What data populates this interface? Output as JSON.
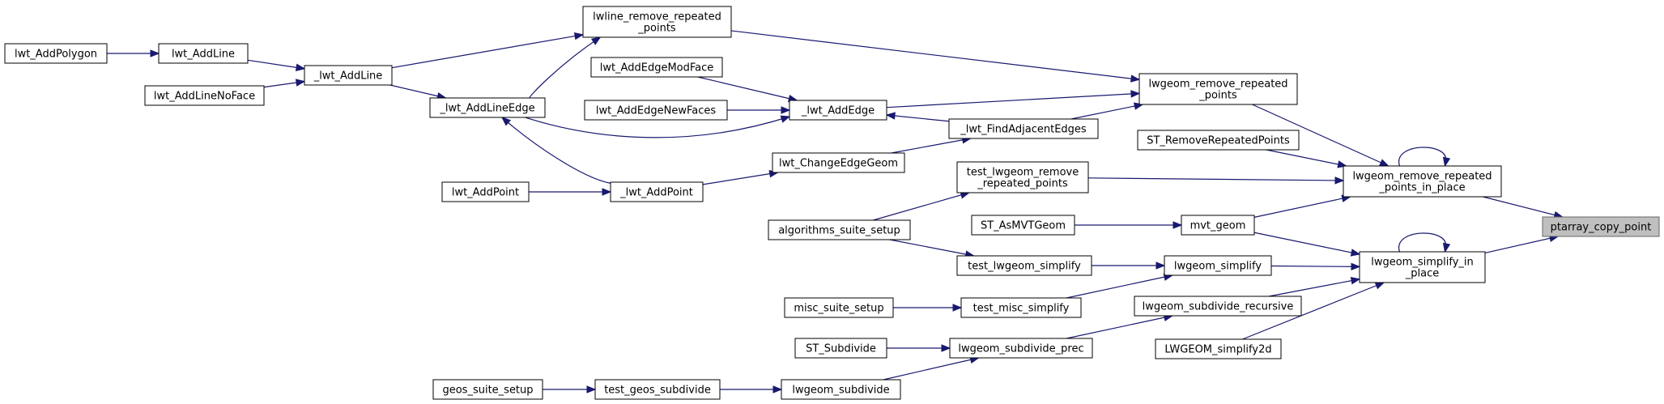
{
  "graph": {
    "nodes": [
      {
        "id": "ptarray_copy_point",
        "lines": [
          "ptarray_copy_point"
        ],
        "highlight": true
      },
      {
        "id": "lwgeom_remove_repeated_points_in_place",
        "lines": [
          "lwgeom_remove_repeated",
          "_points_in_place"
        ]
      },
      {
        "id": "lwgeom_simplify_in_place",
        "lines": [
          "lwgeom_simplify_in",
          "_place"
        ]
      },
      {
        "id": "lwgeom_remove_repeated_points",
        "lines": [
          "lwgeom_remove_repeated",
          "_points"
        ]
      },
      {
        "id": "ST_RemoveRepeatedPoints",
        "lines": [
          "ST_RemoveRepeatedPoints"
        ]
      },
      {
        "id": "test_lwgeom_remove_repeated_points",
        "lines": [
          "test_lwgeom_remove",
          "_repeated_points"
        ]
      },
      {
        "id": "mvt_geom",
        "lines": [
          "mvt_geom"
        ]
      },
      {
        "id": "lwgeom_simplify",
        "lines": [
          "lwgeom_simplify"
        ]
      },
      {
        "id": "lwgeom_subdivide_recursive",
        "lines": [
          "lwgeom_subdivide_recursive"
        ]
      },
      {
        "id": "LWGEOM_simplify2d",
        "lines": [
          "LWGEOM_simplify2d"
        ]
      },
      {
        "id": "lwline_remove_repeated_points",
        "lines": [
          "lwline_remove_repeated",
          "_points"
        ]
      },
      {
        "id": "_lwt_AddEdge",
        "lines": [
          "_lwt_AddEdge"
        ]
      },
      {
        "id": "_lwt_FindAdjacentEdges",
        "lines": [
          "_lwt_FindAdjacentEdges"
        ]
      },
      {
        "id": "lwt_AddEdgeModFace",
        "lines": [
          "lwt_AddEdgeModFace"
        ]
      },
      {
        "id": "lwt_AddEdgeNewFaces",
        "lines": [
          "lwt_AddEdgeNewFaces"
        ]
      },
      {
        "id": "lwt_ChangeEdgeGeom",
        "lines": [
          "lwt_ChangeEdgeGeom"
        ]
      },
      {
        "id": "_lwt_AddLineEdge",
        "lines": [
          "_lwt_AddLineEdge"
        ]
      },
      {
        "id": "_lwt_AddLine",
        "lines": [
          "_lwt_AddLine"
        ]
      },
      {
        "id": "lwt_AddLine",
        "lines": [
          "lwt_AddLine"
        ]
      },
      {
        "id": "lwt_AddPolygon",
        "lines": [
          "lwt_AddPolygon"
        ]
      },
      {
        "id": "lwt_AddLineNoFace",
        "lines": [
          "lwt_AddLineNoFace"
        ]
      },
      {
        "id": "_lwt_AddPoint",
        "lines": [
          "_lwt_AddPoint"
        ]
      },
      {
        "id": "lwt_AddPoint",
        "lines": [
          "lwt_AddPoint"
        ]
      },
      {
        "id": "algorithms_suite_setup",
        "lines": [
          "algorithms_suite_setup"
        ]
      },
      {
        "id": "ST_AsMVTGeom",
        "lines": [
          "ST_AsMVTGeom"
        ]
      },
      {
        "id": "test_lwgeom_simplify",
        "lines": [
          "test_lwgeom_simplify"
        ]
      },
      {
        "id": "test_misc_simplify",
        "lines": [
          "test_misc_simplify"
        ]
      },
      {
        "id": "misc_suite_setup",
        "lines": [
          "misc_suite_setup"
        ]
      },
      {
        "id": "lwgeom_subdivide_prec",
        "lines": [
          "lwgeom_subdivide_prec"
        ]
      },
      {
        "id": "ST_Subdivide",
        "lines": [
          "ST_Subdivide"
        ]
      },
      {
        "id": "lwgeom_subdivide",
        "lines": [
          "lwgeom_subdivide"
        ]
      },
      {
        "id": "test_geos_subdivide",
        "lines": [
          "test_geos_subdivide"
        ]
      },
      {
        "id": "geos_suite_setup",
        "lines": [
          "geos_suite_setup"
        ]
      }
    ],
    "edges": [
      {
        "from": "lwgeom_remove_repeated_points_in_place",
        "to": "ptarray_copy_point"
      },
      {
        "from": "lwgeom_simplify_in_place",
        "to": "ptarray_copy_point"
      },
      {
        "from": "lwgeom_remove_repeated_points_in_place",
        "to": "lwgeom_remove_repeated_points_in_place"
      },
      {
        "from": "lwgeom_simplify_in_place",
        "to": "lwgeom_simplify_in_place"
      },
      {
        "from": "lwgeom_remove_repeated_points",
        "to": "lwgeom_remove_repeated_points_in_place"
      },
      {
        "from": "ST_RemoveRepeatedPoints",
        "to": "lwgeom_remove_repeated_points_in_place"
      },
      {
        "from": "test_lwgeom_remove_repeated_points",
        "to": "lwgeom_remove_repeated_points_in_place"
      },
      {
        "from": "mvt_geom",
        "to": "lwgeom_remove_repeated_points_in_place"
      },
      {
        "from": "mvt_geom",
        "to": "lwgeom_simplify_in_place"
      },
      {
        "from": "lwgeom_simplify",
        "to": "lwgeom_simplify_in_place"
      },
      {
        "from": "lwgeom_subdivide_recursive",
        "to": "lwgeom_simplify_in_place"
      },
      {
        "from": "LWGEOM_simplify2d",
        "to": "lwgeom_simplify_in_place"
      },
      {
        "from": "lwline_remove_repeated_points",
        "to": "lwgeom_remove_repeated_points"
      },
      {
        "from": "_lwt_AddEdge",
        "to": "lwgeom_remove_repeated_points"
      },
      {
        "from": "_lwt_FindAdjacentEdges",
        "to": "lwgeom_remove_repeated_points"
      },
      {
        "from": "_lwt_FindAdjacentEdges",
        "to": "_lwt_AddEdge"
      },
      {
        "from": "lwt_ChangeEdgeGeom",
        "to": "_lwt_FindAdjacentEdges"
      },
      {
        "from": "lwt_AddEdgeModFace",
        "to": "_lwt_AddEdge"
      },
      {
        "from": "lwt_AddEdgeNewFaces",
        "to": "_lwt_AddEdge"
      },
      {
        "from": "_lwt_AddLineEdge",
        "to": "_lwt_AddEdge"
      },
      {
        "from": "_lwt_AddLineEdge",
        "to": "lwline_remove_repeated_points"
      },
      {
        "from": "_lwt_AddLine",
        "to": "lwline_remove_repeated_points"
      },
      {
        "from": "_lwt_AddLine",
        "to": "_lwt_AddLineEdge"
      },
      {
        "from": "lwt_AddLine",
        "to": "_lwt_AddLine"
      },
      {
        "from": "lwt_AddPolygon",
        "to": "lwt_AddLine"
      },
      {
        "from": "lwt_AddLineNoFace",
        "to": "_lwt_AddLine"
      },
      {
        "from": "_lwt_AddPoint",
        "to": "_lwt_AddLineEdge"
      },
      {
        "from": "_lwt_AddPoint",
        "to": "lwt_ChangeEdgeGeom"
      },
      {
        "from": "lwt_AddPoint",
        "to": "_lwt_AddPoint"
      },
      {
        "from": "algorithms_suite_setup",
        "to": "test_lwgeom_remove_repeated_points"
      },
      {
        "from": "algorithms_suite_setup",
        "to": "test_lwgeom_simplify"
      },
      {
        "from": "ST_AsMVTGeom",
        "to": "mvt_geom"
      },
      {
        "from": "test_lwgeom_simplify",
        "to": "lwgeom_simplify"
      },
      {
        "from": "test_misc_simplify",
        "to": "lwgeom_simplify"
      },
      {
        "from": "misc_suite_setup",
        "to": "test_misc_simplify"
      },
      {
        "from": "lwgeom_subdivide_prec",
        "to": "lwgeom_subdivide_recursive"
      },
      {
        "from": "ST_Subdivide",
        "to": "lwgeom_subdivide_prec"
      },
      {
        "from": "lwgeom_subdivide",
        "to": "lwgeom_subdivide_prec"
      },
      {
        "from": "test_geos_subdivide",
        "to": "lwgeom_subdivide"
      },
      {
        "from": "geos_suite_setup",
        "to": "test_geos_subdivide"
      }
    ]
  }
}
